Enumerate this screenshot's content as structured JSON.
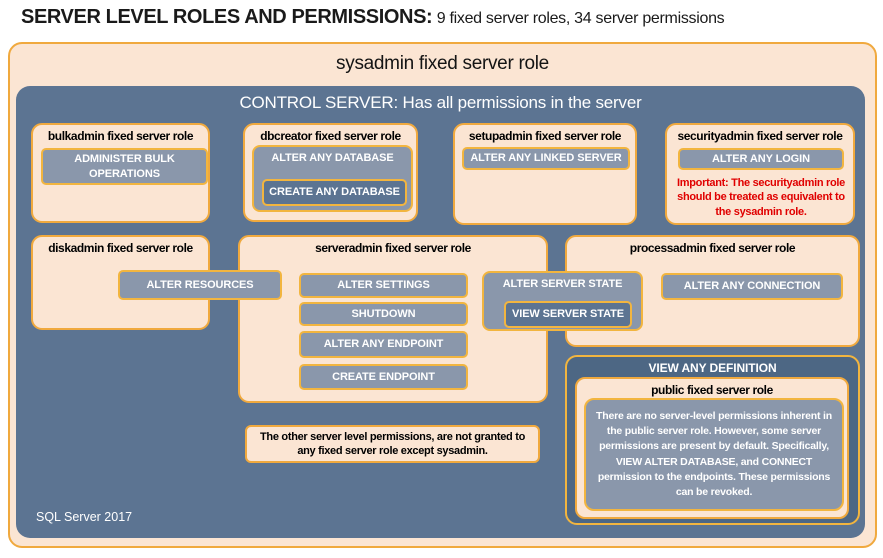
{
  "title": {
    "heading": "SERVER LEVEL ROLES AND PERMISSIONS:",
    "subtitle": " 9 fixed server roles, 34 server permissions"
  },
  "sysadmin": {
    "title": "sysadmin fixed server role"
  },
  "control_server": {
    "title": "CONTROL SERVER: Has all permissions in the server",
    "footer": "SQL Server 2017"
  },
  "roles": {
    "bulkadmin": {
      "title": "bulkadmin fixed server role",
      "permission": "ADMINISTER BULK OPERATIONS"
    },
    "dbcreator": {
      "title": "dbcreator fixed server role",
      "parent_permission": "ALTER ANY DATABASE",
      "child_permission": "CREATE ANY DATABASE"
    },
    "setupadmin": {
      "title": "setupadmin fixed server role",
      "permission": "ALTER ANY LINKED SERVER"
    },
    "securityadmin": {
      "title": "securityadmin fixed server role",
      "permission": "ALTER ANY LOGIN",
      "note": "Important: The securityadmin role should be treated as equivalent to the sysadmin role."
    },
    "diskadmin": {
      "title": "diskadmin fixed server role",
      "permission": "ALTER RESOURCES"
    },
    "serveradmin": {
      "title": "serveradmin fixed server role",
      "permissions": [
        "ALTER SETTINGS",
        "SHUTDOWN",
        "ALTER ANY ENDPOINT",
        "CREATE ENDPOINT"
      ],
      "parent_permission": "ALTER SERVER STATE",
      "child_permission": "VIEW SERVER STATE"
    },
    "processadmin": {
      "title": "processadmin fixed server role",
      "permission": "ALTER ANY CONNECTION"
    },
    "public": {
      "permission": "VIEW ANY DEFINITION",
      "title": "public fixed server role",
      "note": "There are no server-level permissions inherent in the public server role. However, some server permissions are present by default. Specifically, VIEW ALTER DATABASE, and CONNECT permission to the endpoints. These permissions can be revoked."
    }
  },
  "notes": {
    "other_permissions": "The other server level permissions, are not granted to any fixed server role except sysadmin."
  },
  "colors": {
    "peach": "#FBE5D3",
    "gold_border": "#F0A93E",
    "button_border": "#F2B53F",
    "slate_background": "#5C7492",
    "button_fill": "#8A97AB",
    "definition_fill": "#4D6784",
    "note_red": "#E00000"
  }
}
